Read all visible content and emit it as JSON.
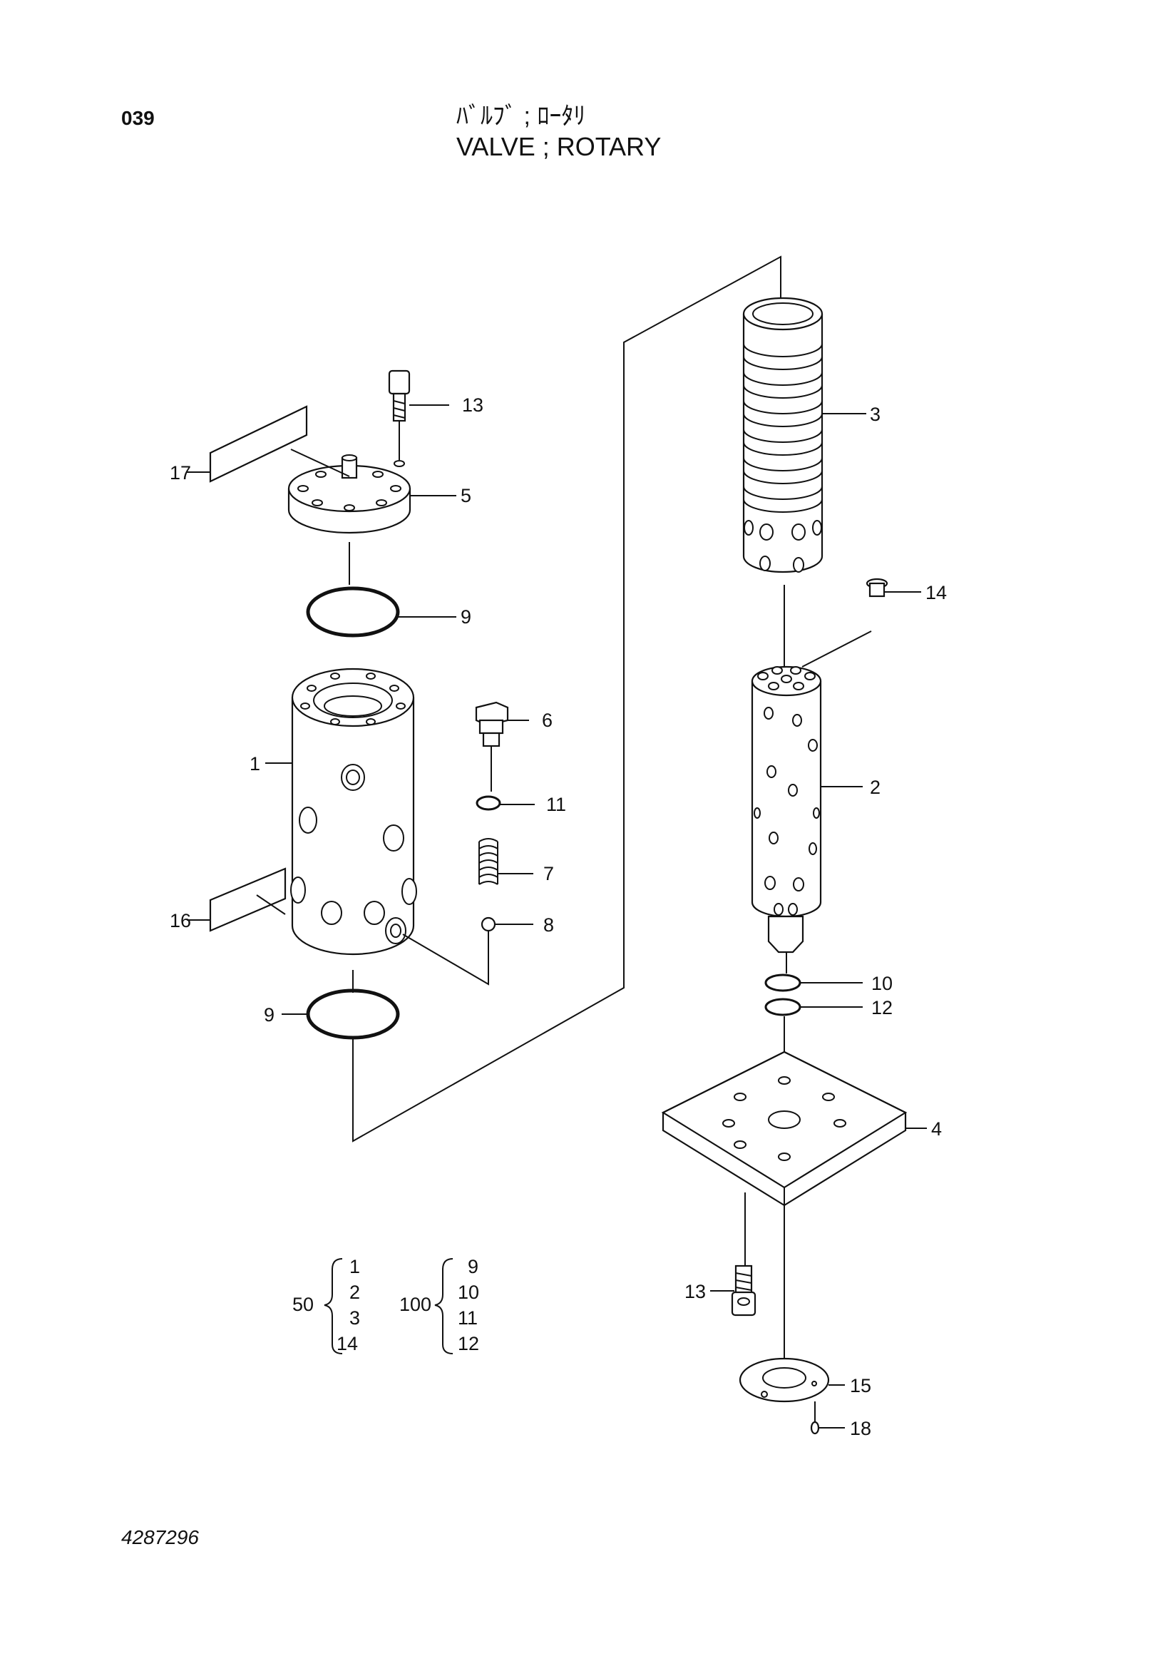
{
  "header": {
    "page_number": "039",
    "title_jp": "ﾊﾞﾙﾌﾞ ; ﾛｰﾀﾘ",
    "title_en": "VALVE ; ROTARY"
  },
  "callouts": {
    "c1": "1",
    "c2": "2",
    "c3": "3",
    "c4": "4",
    "c5": "5",
    "c6": "6",
    "c7": "7",
    "c8": "8",
    "c9a": "9",
    "c9b": "9",
    "c10": "10",
    "c11": "11",
    "c12": "12",
    "c13a": "13",
    "c13b": "13",
    "c14": "14",
    "c15": "15",
    "c16": "16",
    "c17": "17",
    "c18": "18"
  },
  "kits": [
    {
      "qty": "50",
      "items": [
        "1",
        "2",
        "3",
        "14"
      ]
    },
    {
      "qty": "100",
      "items": [
        "9",
        "10",
        "11",
        "12"
      ]
    }
  ],
  "footer": {
    "doc_code": "4287296"
  }
}
